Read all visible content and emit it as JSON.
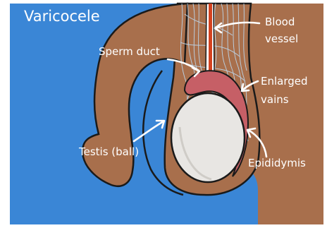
{
  "diagram": {
    "title": "Varicocele",
    "labels": {
      "blood_vessel_line1": "Blood",
      "blood_vessel_line2": "vessel",
      "sperm_duct": "Sperm duct",
      "enlarged_veins_line1": "Enlarged",
      "enlarged_veins_line2": "vains",
      "testis": "Testis (ball)",
      "epididymis": "Epididymis"
    },
    "colors": {
      "background": "#3a86d6",
      "skin": "#a86f4c",
      "outline": "#1a1a1a",
      "testis": "#e8e6e3",
      "epididymis": "#c65f66",
      "blood_vessel": "#d4421f",
      "veins": "#bcd6ea",
      "text": "#ffffff"
    }
  }
}
